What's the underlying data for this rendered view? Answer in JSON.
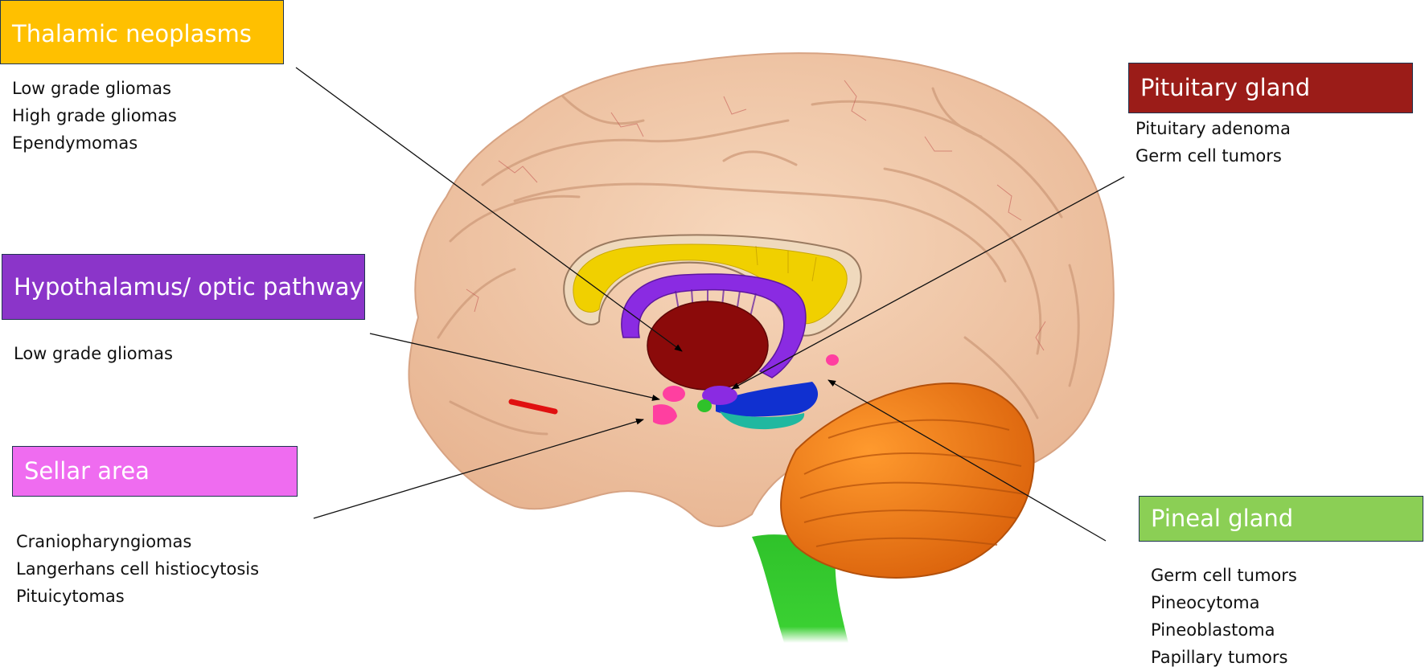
{
  "regions": {
    "thalamic": {
      "title": "Thalamic neoplasms",
      "color": "#ffc000",
      "items": [
        "Low grade gliomas",
        "High grade gliomas",
        "Ependymomas"
      ]
    },
    "hypothalamus": {
      "title": "Hypothalamus/ optic pathway",
      "color": "#8b35c9",
      "items": [
        "Low grade gliomas"
      ]
    },
    "sellar": {
      "title": "Sellar area",
      "color": "#ef6cf0",
      "items": [
        "Craniopharyngiomas",
        "Langerhans cell histiocytosis",
        "Pituicytomas"
      ]
    },
    "pituitary": {
      "title": "Pituitary gland",
      "color": "#9b1c18",
      "items": [
        "Pituitary adenoma",
        "Germ cell tumors"
      ]
    },
    "pineal": {
      "title": "Pineal gland",
      "color": "#8bcf55",
      "items": [
        "Germ cell tumors",
        "Pineocytoma",
        "Pineoblastoma",
        "Papillary tumors"
      ]
    }
  },
  "illustration": {
    "cerebrum_color": "#f2c9a8",
    "corpus_callosum_color": "#f0d000",
    "fornix_color": "#8a2be2",
    "thalamus_color": "#8b0a0a",
    "cerebellum_color": "#f07a14",
    "brainstem_color": "#2fc22a",
    "hypothalamus_color": "#ff3fa0",
    "midbrain_color": "#1030d0",
    "pons_color": "#20b8a0"
  }
}
